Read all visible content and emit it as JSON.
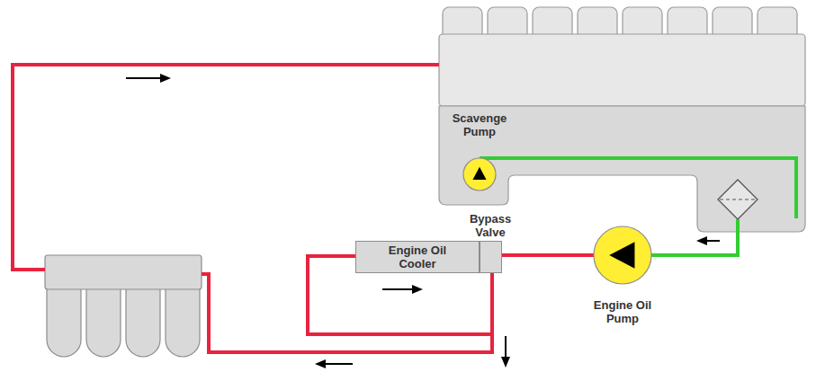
{
  "diagram": {
    "nodes": [
      {
        "text": [
          "Scavenge Pump"
        ]
      },
      {
        "text": [
          "Bypass Valve"
        ]
      },
      {
        "text": [
          "Engine Oil Cooler"
        ]
      },
      {
        "text": [
          "Engine Oil Pump"
        ]
      }
    ],
    "edges": [
      {
        "from": 0,
        "to": 3,
        "arrow": "none"
      },
      {
        "from": 3,
        "to": 1,
        "arrow": "none"
      }
    ]
  }
}
